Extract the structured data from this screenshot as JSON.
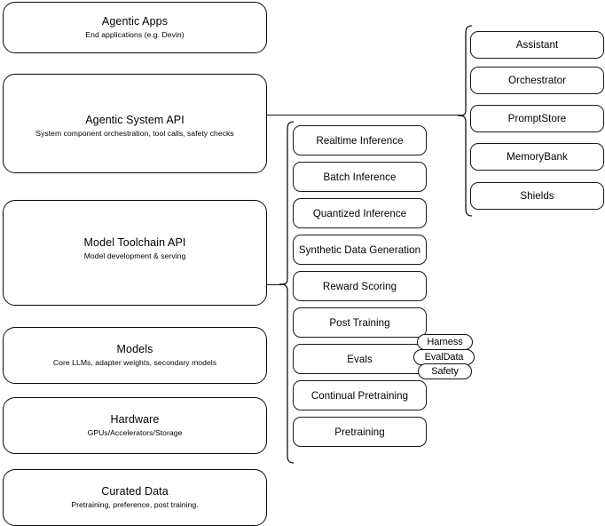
{
  "diagram": {
    "title": "AI stack layered architecture",
    "stroke_color": "#111111",
    "background_color": "#ffffff"
  },
  "layers": [
    {
      "id": "agentic-apps",
      "title": "Agentic Apps",
      "subtitle": "End applications (e.g. Devin)"
    },
    {
      "id": "agentic-system-api",
      "title": "Agentic System API",
      "subtitle": "System component orchestration, tool calls, safety checks"
    },
    {
      "id": "model-toolchain-api",
      "title": "Model Toolchain API",
      "subtitle": "Model development & serving"
    },
    {
      "id": "models",
      "title": "Models",
      "subtitle": "Core LLMs, adapter weights, secondary models"
    },
    {
      "id": "hardware",
      "title": "Hardware",
      "subtitle": "GPUs/Accelerators/Storage"
    },
    {
      "id": "curated-data",
      "title": "Curated Data",
      "subtitle": "Pretraining, preference, post training."
    }
  ],
  "toolchain_capabilities": [
    {
      "id": "realtime-inference",
      "label": "Realtime Inference"
    },
    {
      "id": "batch-inference",
      "label": "Batch Inference"
    },
    {
      "id": "quantized-inference",
      "label": "Quantized Inference"
    },
    {
      "id": "synthetic-data-generation",
      "label": "Synthetic Data Generation"
    },
    {
      "id": "reward-scoring",
      "label": "Reward Scoring"
    },
    {
      "id": "post-training",
      "label": "Post Training"
    },
    {
      "id": "evals",
      "label": "Evals"
    },
    {
      "id": "continual-pretraining",
      "label": "Continual Pretraining"
    },
    {
      "id": "pretraining",
      "label": "Pretraining"
    }
  ],
  "evals_subcomponents": [
    {
      "id": "harness",
      "label": "Harness"
    },
    {
      "id": "evaldata",
      "label": "EvalData"
    },
    {
      "id": "safety",
      "label": "Safety"
    }
  ],
  "system_components": [
    {
      "id": "assistant",
      "label": "Assistant"
    },
    {
      "id": "orchestrator",
      "label": "Orchestrator"
    },
    {
      "id": "promptstore",
      "label": "PromptStore"
    },
    {
      "id": "memorybank",
      "label": "MemoryBank"
    },
    {
      "id": "shields",
      "label": "Shields"
    }
  ]
}
